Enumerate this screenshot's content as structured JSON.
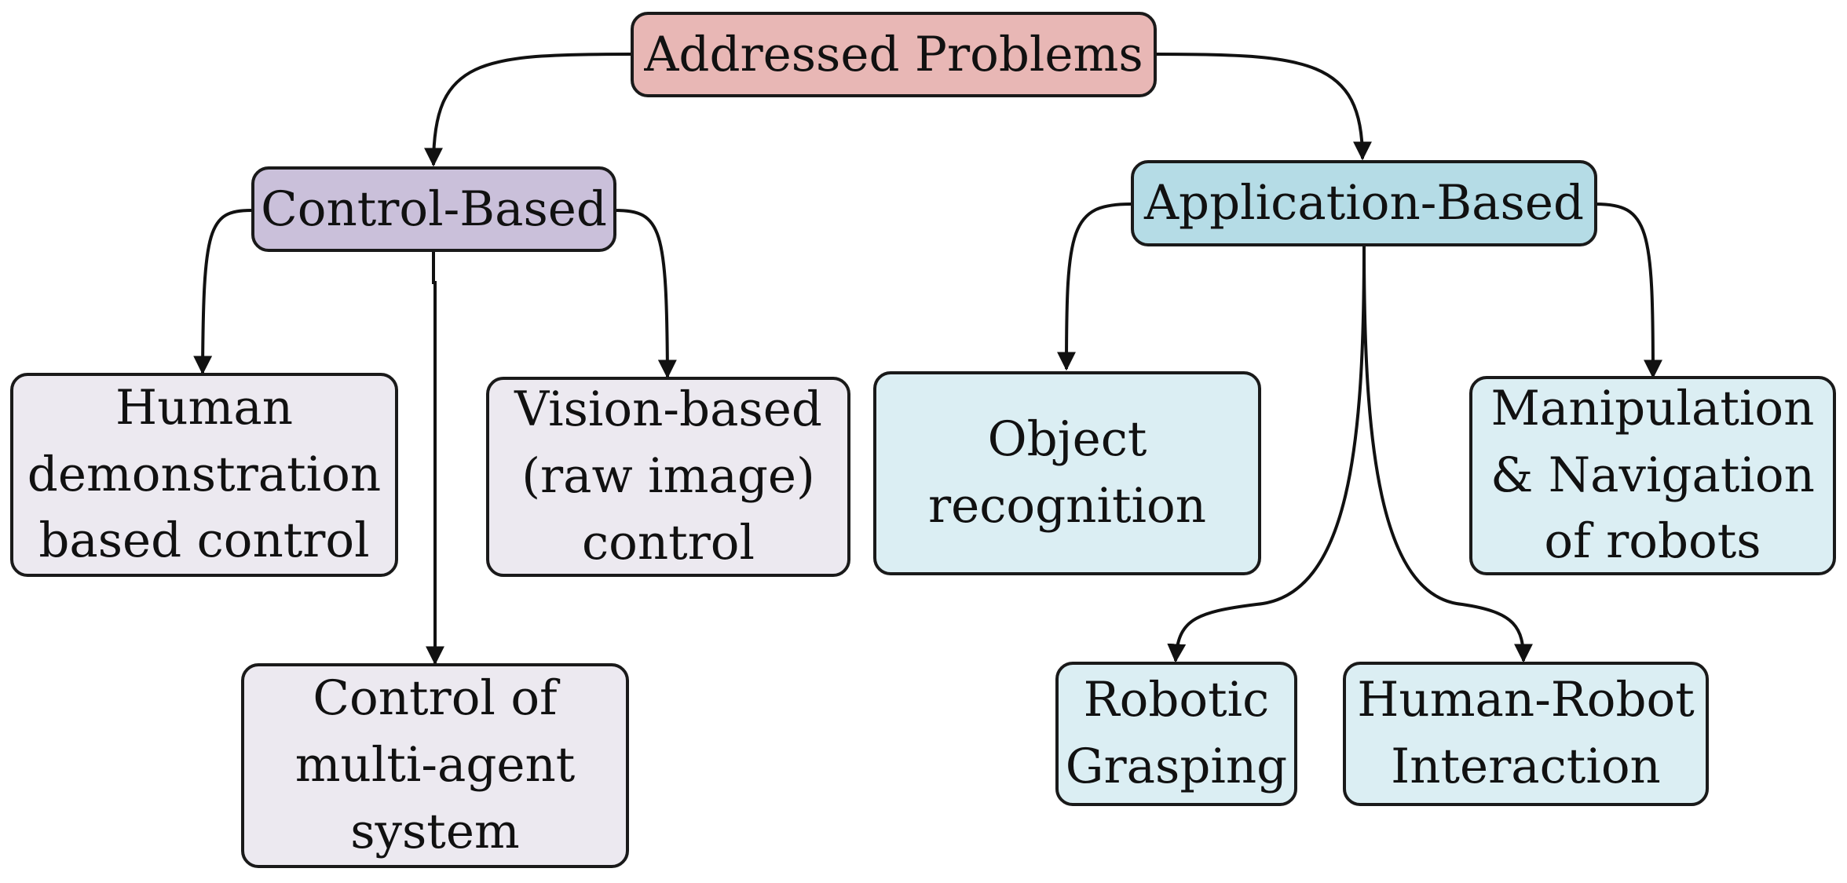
{
  "colors": {
    "root_fill": "#e8b7b5",
    "control_category_fill": "#cac0da",
    "control_leaf_fill": "#ece9f0",
    "application_category_fill": "#b5dce6",
    "application_leaf_fill": "#dbeef3",
    "stroke": "#1a1a1a"
  },
  "root": {
    "label": "Addressed Problems"
  },
  "control": {
    "label": "Control-Based",
    "children": [
      {
        "label": "Human\ndemonstration\nbased control"
      },
      {
        "label": "Vision-based\n(raw image)\ncontrol"
      },
      {
        "label": "Control of\nmulti-agent\nsystem"
      }
    ]
  },
  "application": {
    "label": "Application-Based",
    "children": [
      {
        "label": "Object\nrecognition"
      },
      {
        "label": "Manipulation\n& Navigation\nof robots"
      },
      {
        "label": "Robotic\nGrasping"
      },
      {
        "label": "Human-Robot\nInteraction"
      }
    ]
  }
}
